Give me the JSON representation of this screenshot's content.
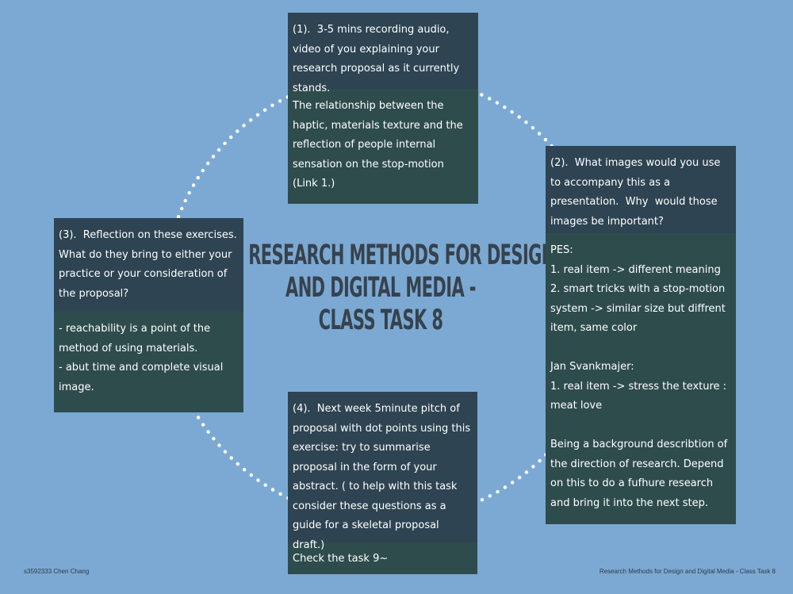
{
  "title": {
    "line1": "RESEARCH METHODS FOR DESIGN",
    "line2": "AND DIGITAL MEDIA -",
    "line3": "CLASS TASK 8"
  },
  "cards": {
    "task1": {
      "question": "(1).  3-5 mins recording audio, video of you explaining your research proposal as it currently stands.",
      "answer": "The relationship between the haptic, materials texture and the reflection of people internal sensation on the stop-motion\n(Link 1.)"
    },
    "task2": {
      "question": "(2).  What images would you use to accompany this as a presentation.  Why  would those images be important?",
      "answer": "PES:\n1. real item -> different meaning\n2. smart tricks with a stop-motion system -> similar size but diffrent item, same color\n\nJan Svankmajer:\n1. real item -> stress the texture : meat love\n\nBeing a background describtion of the direction of research. Depend on this to do a fufhure research and bring it into the next step."
    },
    "task3": {
      "question": "(3).  Reflection on these exercises. What do they bring to either your practice or your consideration of the proposal?",
      "answer": "- reachability is a point of the method of using materials.\n- abut time and complete visual image."
    },
    "task4": {
      "question": "(4).  Next week 5minute pitch of proposal with dot points using this exercise: try to summarise proposal in the form of your abstract. ( to help with this task consider these questions as a guide for a skeletal proposal draft.)",
      "answer": "Check the task 9~"
    }
  },
  "footer": {
    "left": "s3592333 Chen Chang",
    "right": "Research Methods for Design and Digital Media  -  Class Task 8"
  },
  "colors": {
    "background": "#7ba9d3",
    "card_header": "#2e4452",
    "card_body": "#2f4c4d",
    "title_text": "#37424d",
    "dots": "#ffffff"
  }
}
